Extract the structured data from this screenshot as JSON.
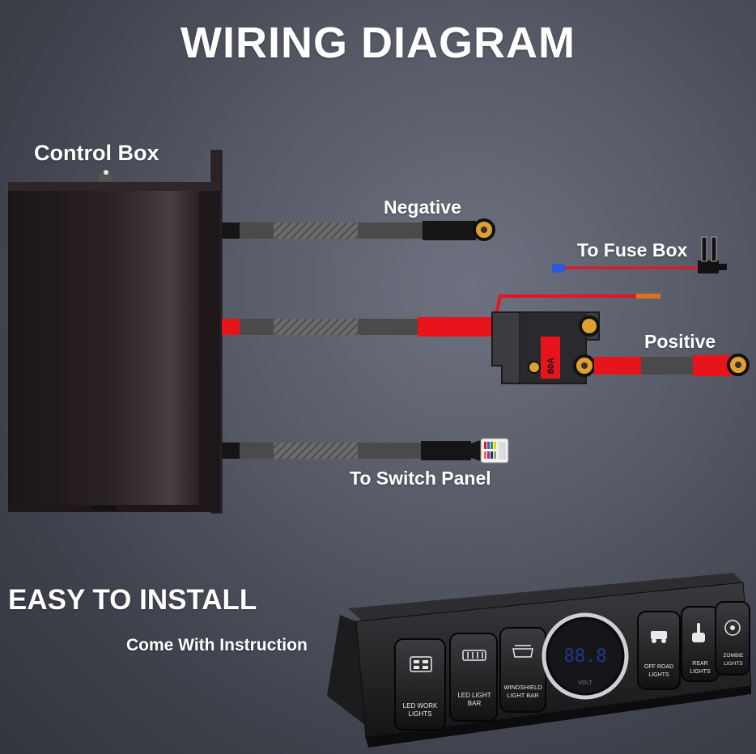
{
  "title": "WIRING DIAGRAM",
  "labels": {
    "control_box": "Control Box",
    "negative": "Negative",
    "to_fuse_box": "To Fuse Box",
    "positive": "Positive",
    "to_switch_panel": "To Switch Panel",
    "easy_to_install": "EASY TO INSTALL",
    "come_with_instruction": "Come With Instruction"
  },
  "breaker_rating": "80A",
  "switches": [
    {
      "line1": "LED WORK",
      "line2": "LIGHTS",
      "icon": "work-lights-icon"
    },
    {
      "line1": "LED LIGHT",
      "line2": "BAR",
      "icon": "light-bar-icon"
    },
    {
      "line1": "WINDSHIELD",
      "line2": "LIGHT BAR",
      "icon": "windshield-light-icon"
    },
    {
      "line1": "OFF ROAD",
      "line2": "LIGHTS",
      "icon": "off-road-icon"
    },
    {
      "line1": "REAR",
      "line2": "LIGHTS",
      "icon": "hand-icon"
    },
    {
      "line1": "ZOMBIE",
      "line2": "LIGHTS",
      "icon": "biohazard-icon"
    }
  ],
  "gauge": {
    "digits": "88.8",
    "unit": "VOLT"
  },
  "colors": {
    "wire_red": "#e8141c",
    "wire_black": "#1c1c1c",
    "ring_terminal": "#e0a030",
    "blue_connector": "#2a58d8"
  }
}
